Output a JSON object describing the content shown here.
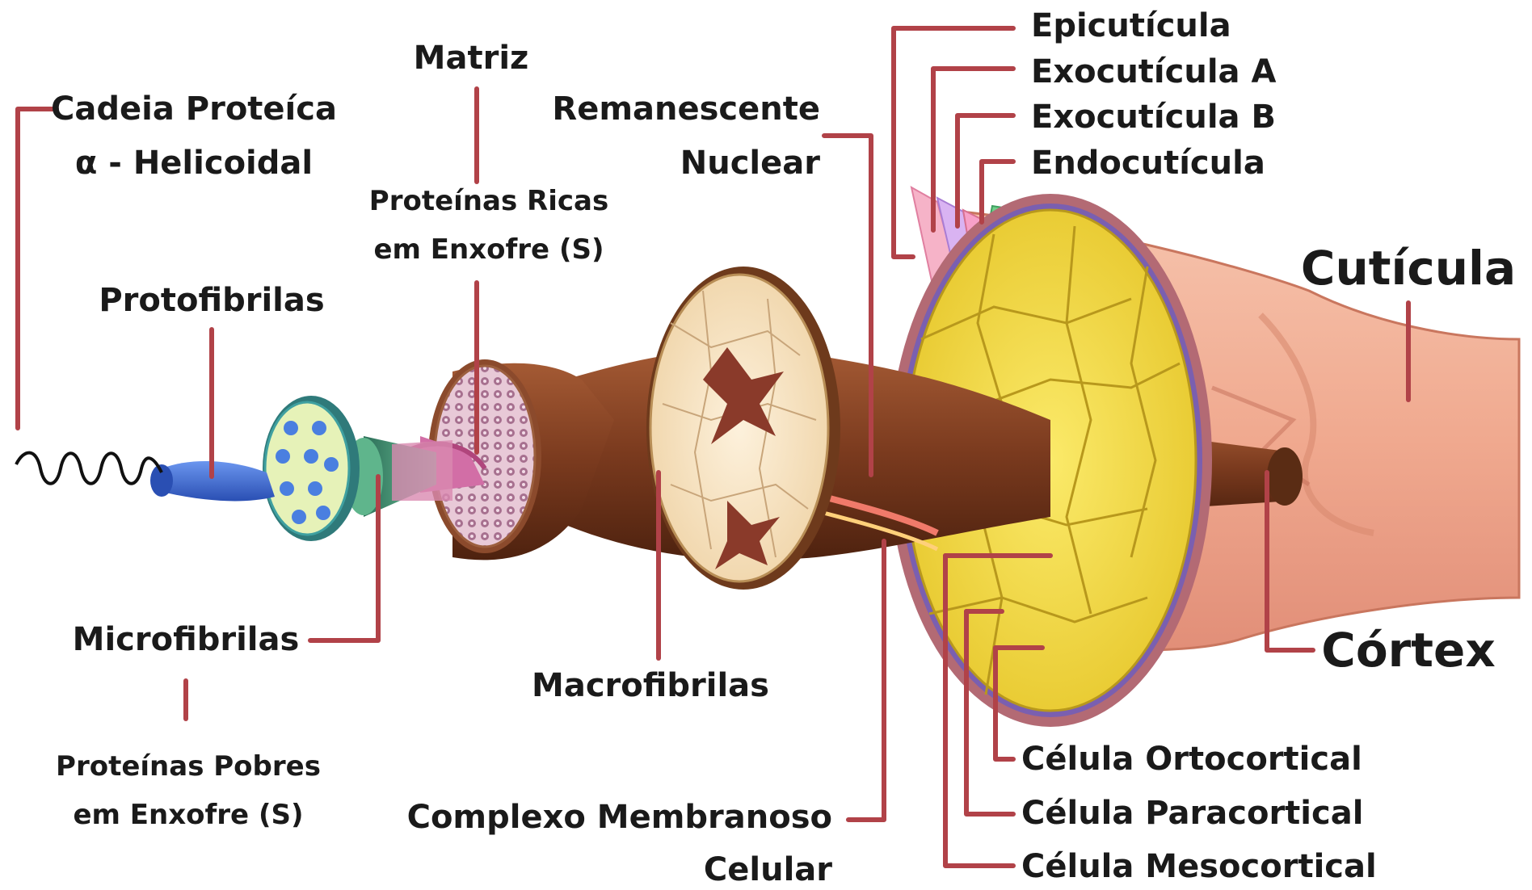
{
  "labels": {
    "cadeia_line1": "Cadeia Proteíca",
    "cadeia_line2": "α  - Helicoidal",
    "protofibrilas": "Protofibrilas",
    "matriz": "Matriz",
    "proteinas_ricas_line1": "Proteínas Ricas",
    "proteinas_ricas_line2": "em Enxofre (S)",
    "remanescente_line1": "Remanescente",
    "remanescente_line2": "Nuclear",
    "epicuticula": "Epicutícula",
    "exocuticula_a": "Exocutícula A",
    "exocuticula_b": "Exocutícula B",
    "endocuticula": "Endocutícula",
    "cuticula": "Cutícula",
    "cortex": "Córtex",
    "microfibrilas": "Microfibrilas",
    "proteinas_pobres_line1": "Proteínas Pobres",
    "proteinas_pobres_line2": "em Enxofre (S)",
    "macrofibrilas": "Macrofibrilas",
    "complexo_line1": "Complexo Membranoso",
    "complexo_line2": "Celular",
    "celula_ortocortical": "Célula Ortocortical",
    "celula_paracortical": "Célula Paracortical",
    "celula_mesocortical": "Célula Mesocortical"
  },
  "colors": {
    "leader": "#b14248",
    "cuticle": "#f2b49a",
    "cortex_cells": "#f3e04a",
    "fiber_brown": "#7a3a1e",
    "protofibril_blue": "#3e6fd8",
    "microfibril_green": "#3f8f6a"
  }
}
